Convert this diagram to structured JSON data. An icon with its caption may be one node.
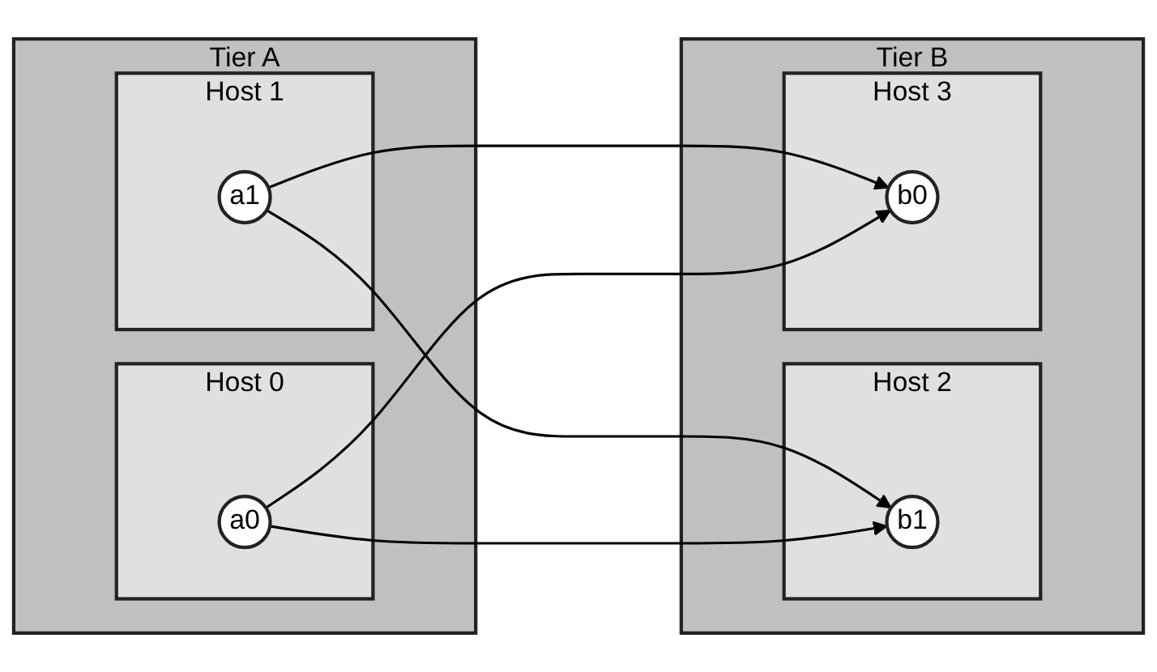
{
  "diagram": {
    "nodes": [
      {
        "text": [
          "Tier A"
        ]
      },
      {
        "text": [
          "Host 1"
        ],
        "in": 0
      },
      {
        "text": [
          "a1"
        ],
        "in": 1
      },
      {
        "text": [
          "Host 0"
        ],
        "in": 0
      },
      {
        "text": [
          "a0"
        ],
        "in": 3
      },
      {
        "text": [
          "Tier B"
        ]
      },
      {
        "text": [
          "Host 2"
        ],
        "in": 5
      },
      {
        "text": [
          "b1"
        ],
        "in": 6
      },
      {
        "text": [
          "Host 3"
        ],
        "in": 5
      },
      {
        "text": [
          "b0"
        ],
        "in": 8
      }
    ],
    "edges": [
      {
        "from": 2,
        "to": 7,
        "arrow": "to"
      },
      {
        "from": 2,
        "to": 9,
        "arrow": "to"
      },
      {
        "from": 4,
        "to": 7,
        "arrow": "to"
      },
      {
        "from": 4,
        "to": 9,
        "arrow": "to"
      }
    ]
  }
}
